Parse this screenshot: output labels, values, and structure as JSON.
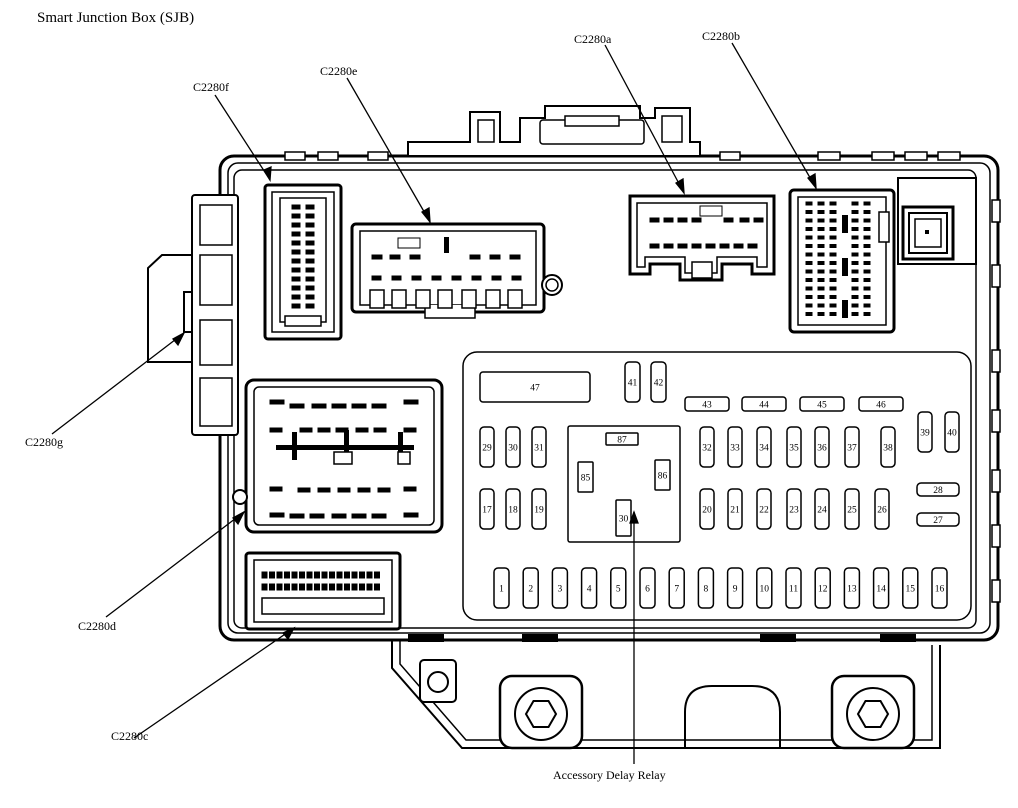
{
  "title": "Smart Junction Box (SJB)",
  "callouts": {
    "c2280a": "C2280a",
    "c2280b": "C2280b",
    "c2280c": "C2280c",
    "c2280d": "C2280d",
    "c2280e": "C2280e",
    "c2280f": "C2280f",
    "c2280g": "C2280g",
    "relay": "Accessory Delay Relay"
  },
  "fuses": {
    "top_singles": [
      "41",
      "42"
    ],
    "large": "47",
    "wide_row": [
      "43",
      "44",
      "45",
      "46"
    ],
    "row_upper_left": [
      "29",
      "30",
      "31"
    ],
    "row_upper_right": [
      "32",
      "33",
      "34",
      "35",
      "36",
      "37",
      "38"
    ],
    "right_column": [
      "39",
      "40"
    ],
    "row_middle_left": [
      "17",
      "18",
      "19"
    ],
    "row_middle_right": [
      "20",
      "21",
      "22",
      "23",
      "24",
      "25",
      "26"
    ],
    "side_horizontal": [
      "28",
      "27"
    ],
    "bottom_row": [
      "1",
      "2",
      "3",
      "4",
      "5",
      "6",
      "7",
      "8",
      "9",
      "10",
      "11",
      "12",
      "13",
      "14",
      "15",
      "16"
    ]
  },
  "relay_pins": {
    "top": "87",
    "left": "85",
    "right": "86",
    "bottom": "30"
  }
}
